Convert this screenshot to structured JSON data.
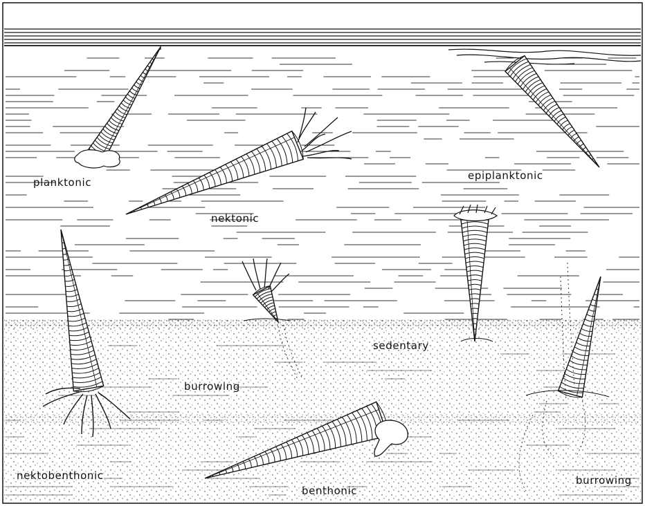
{
  "labels": {
    "planktonic": "planktonic",
    "epiplanktonic": "epiplanktonic",
    "nektonic": "nektonic",
    "nektobenthonic": "nektobenthonic",
    "sedentary": "sedentary",
    "burrowing_left": "burrowing",
    "burrowing_right": "burrowing",
    "benthonic": "benthonic"
  },
  "colors": {
    "ink": "#111111",
    "paper": "#ffffff"
  }
}
